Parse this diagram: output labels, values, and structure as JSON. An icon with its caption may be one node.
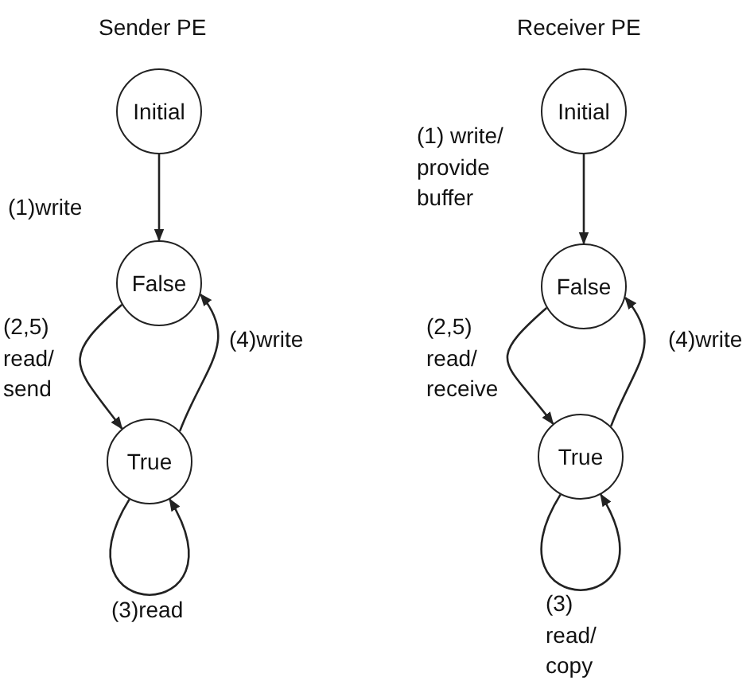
{
  "diagram": {
    "nodes": [
      {
        "text": [
          "Initial"
        ]
      },
      {
        "text": [
          "False"
        ]
      },
      {
        "text": [
          "True"
        ]
      },
      {
        "text": [
          "Initial"
        ]
      },
      {
        "text": [
          "False"
        ]
      },
      {
        "text": [
          "True"
        ]
      }
    ],
    "edges": [
      {
        "from": 0,
        "to": 1,
        "arrow": "to",
        "label": "(1)write"
      },
      {
        "from": 1,
        "to": 2,
        "arrow": "to",
        "label": "(2,5) read/ send"
      },
      {
        "from": 2,
        "to": 1,
        "arrow": "to",
        "label": "(4)write"
      },
      {
        "from": 2,
        "to": 2,
        "arrow": "to",
        "label": "(3)read"
      },
      {
        "from": 3,
        "to": 4,
        "arrow": "to",
        "label": "(1) write/ provide buffer"
      },
      {
        "from": 4,
        "to": 5,
        "arrow": "to",
        "label": "(2,5) read/ receive"
      },
      {
        "from": 5,
        "to": 4,
        "arrow": "to",
        "label": "(4)write"
      },
      {
        "from": 5,
        "to": 5,
        "arrow": "to",
        "label": "(3) read/ copy"
      }
    ],
    "labels": [
      "Sender PE",
      "Receiver PE"
    ]
  }
}
